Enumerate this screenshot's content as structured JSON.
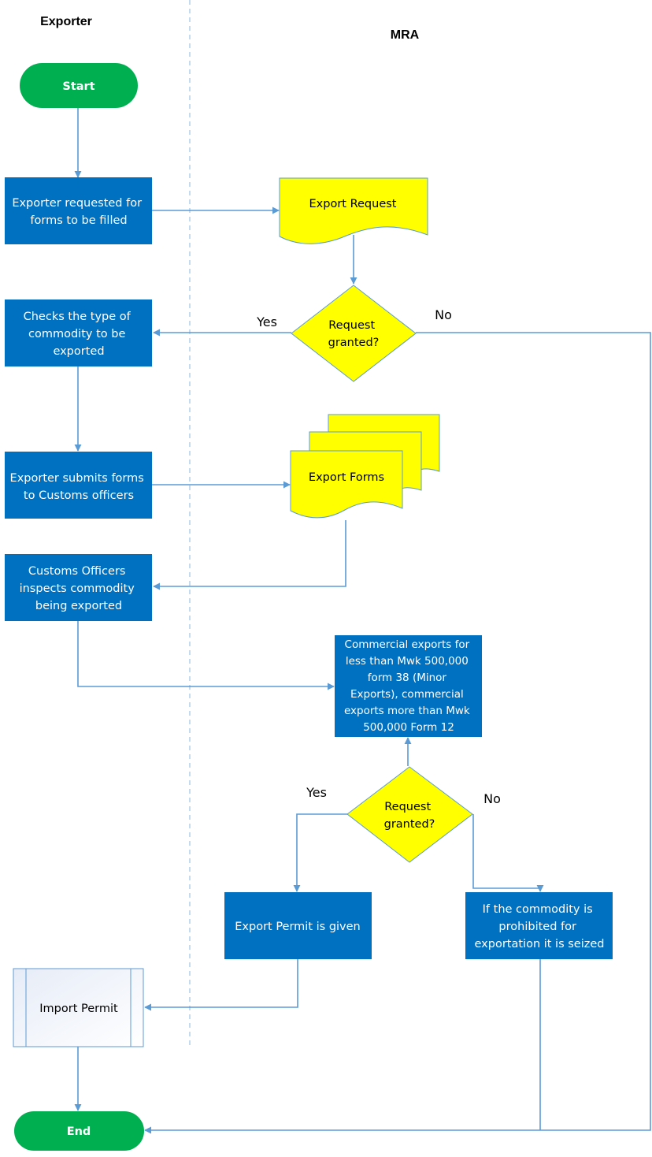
{
  "lanes": {
    "exporter": "Exporter",
    "mra": "MRA"
  },
  "nodes": {
    "start": "Start",
    "request_forms": [
      "Exporter requested for",
      "forms to be filled"
    ],
    "export_request": "Export Request",
    "decision_1": [
      "Request",
      "granted?"
    ],
    "check_commodity": [
      "Checks the type of",
      "commodity to be",
      "exported"
    ],
    "submit_forms": [
      "Exporter submits forms",
      "to Customs officers"
    ],
    "export_forms": "Export Forms",
    "inspect": [
      "Customs Officers",
      "inspects commodity",
      "being exported"
    ],
    "commercial": [
      "Commercial exports for",
      "less than Mwk 500,000",
      "form 38 (Minor",
      "Exports), commercial",
      "exports more than Mwk",
      "500,000 Form 12"
    ],
    "decision_2": [
      "Request",
      "granted?"
    ],
    "permit_given": "Export Permit is given",
    "seized": [
      "If the commodity is",
      "prohibited for",
      "exportation it is seized"
    ],
    "import_permit": "Import Permit",
    "end": "End"
  },
  "edge_labels": {
    "d1_yes": "Yes",
    "d1_no": "No",
    "d2_yes": "Yes",
    "d2_no": "No"
  },
  "colors": {
    "process_fill": "#0070c0",
    "document_fill": "#ffff00",
    "terminal_fill": "#00b050",
    "connector": "#5b9bd5",
    "lane_divider": "#9dc3e6"
  }
}
